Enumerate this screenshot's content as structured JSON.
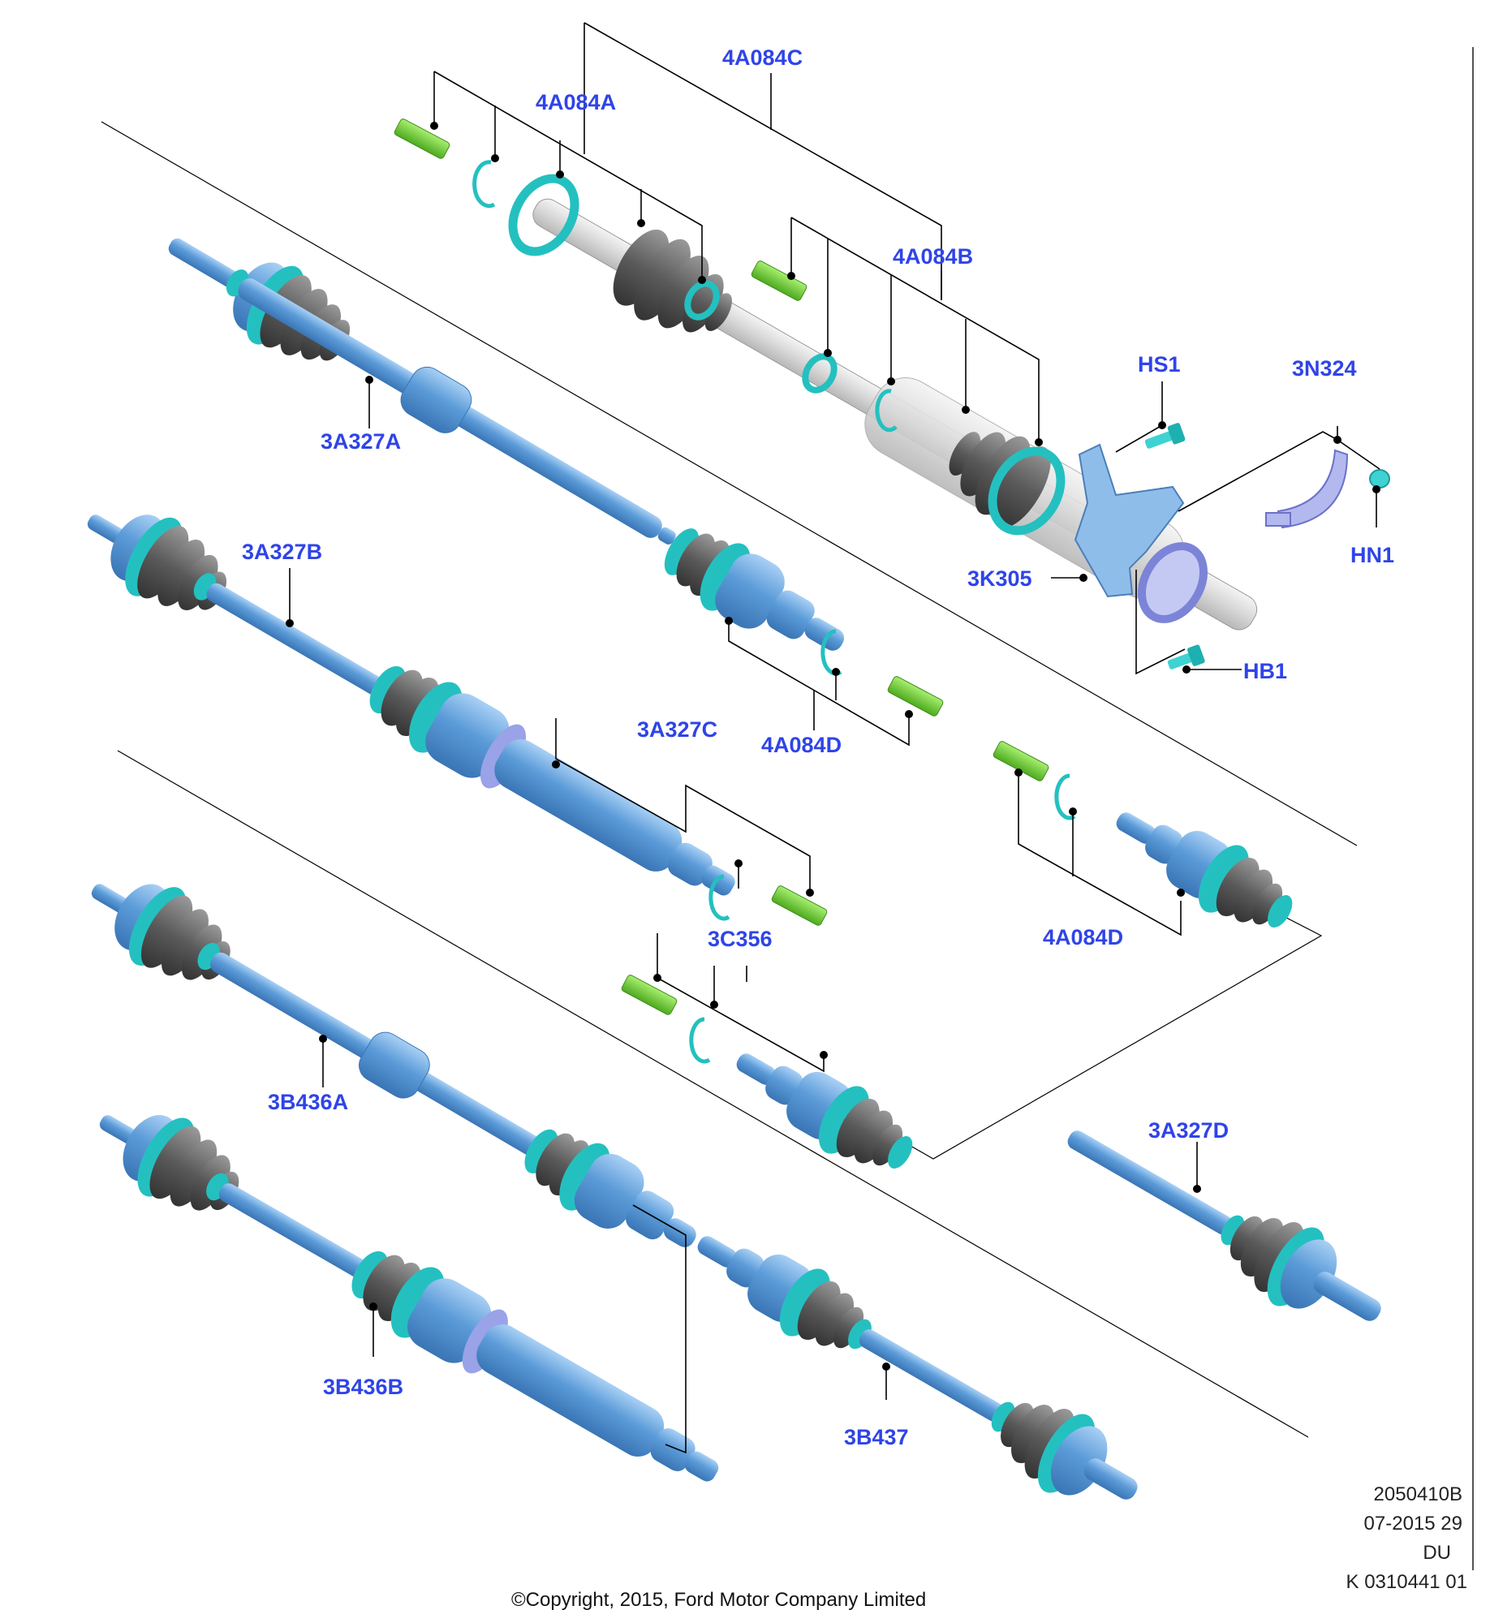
{
  "diagram": {
    "part_labels": {
      "p_4a084c": "4A084C",
      "p_4a084a": "4A084A",
      "p_4a084b": "4A084B",
      "p_hs1": "HS1",
      "p_3n324": "3N324",
      "p_hn1": "HN1",
      "p_3k305": "3K305",
      "p_hb1": "HB1",
      "p_3a327a": "3A327A",
      "p_3a327b": "3A327B",
      "p_3a327c": "3A327C",
      "p_4a084d_1": "4A084D",
      "p_4a084d_2": "4A084D",
      "p_3c356": "3C356",
      "p_3a327d": "3A327D",
      "p_3b436a": "3B436A",
      "p_3b436b": "3B436B",
      "p_3b437": "3B437"
    },
    "drawing_info": {
      "code": "2050410B",
      "date": "07-2015 29",
      "region": "DU",
      "ref": "K 0310441 01"
    },
    "copyright": "©Copyright, 2015, Ford Motor Company Limited",
    "colors": {
      "callout": "#2f44e8",
      "shaft_blue": "#5b9bd8",
      "seal_cyan": "#24c0c0",
      "clip_green": "#6fd23a",
      "boot_gray": "#5a5a5a",
      "bracket_blue": "#7fb2e6",
      "bearing_lavender": "#9aa2e8",
      "ghost_gray": "#d8d8d8"
    }
  }
}
